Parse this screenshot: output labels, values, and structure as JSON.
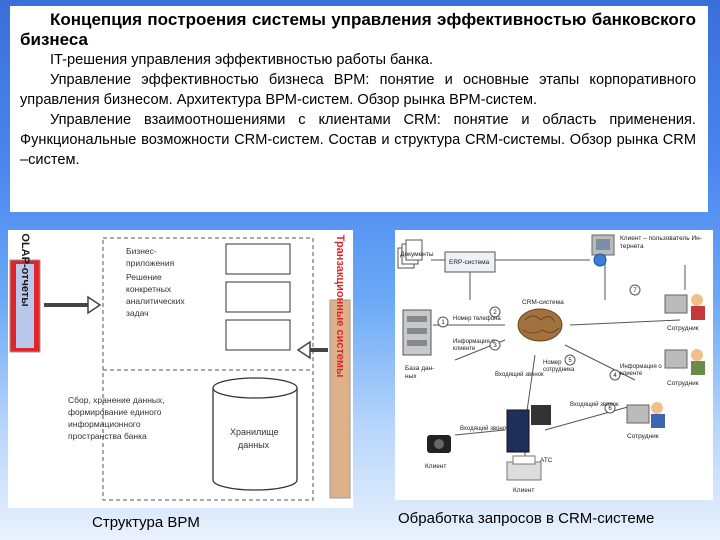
{
  "heading": "Концепция построения системы управления эффективностью банковского бизнеса",
  "paragraphs": [
    "IT-решения управления эффективностью работы банка.",
    "Управление эффективностью бизнеса BPM: понятие и основные этапы корпоративного управления бизнесом. Архитектура BPM-систем. Обзор рынка BPM-систем.",
    "Управление взаимоотношениями с клиентами CRM: понятие и область применения. Функциональные возможности CRM-систем. Состав и структура CRM-системы. Обзор рынка CRM –систем."
  ],
  "bpm_figure": {
    "olap_label": "OLAP-отчеты",
    "apps_lines": [
      "Бизнес-",
      "приложения",
      "Решение",
      "конкретных",
      "аналитических",
      "задач"
    ],
    "storage_lines": [
      "Сбор, хранение данных,",
      "формирование единого",
      "информационного",
      "пространства банка"
    ],
    "warehouse_lines": [
      "Хранилище",
      "данных"
    ],
    "transaction_label": "Транзакционные системы",
    "caption": "Структура BPM"
  },
  "crm_figure": {
    "client_user_lines": [
      "Клиент – пользователь Ин-",
      "тернета"
    ],
    "documents": "Документы",
    "erp": "ERP-система",
    "crm": "CRM-система",
    "phone_number": "Номер телефона",
    "info_client_lines": [
      "Информация о",
      "клиенте"
    ],
    "database_lines": [
      "База дан-",
      "ных"
    ],
    "incoming_call": "Входящий звонок",
    "employee_number_lines": [
      "Номер",
      "сотрудника"
    ],
    "info_message_lines": [
      "Информация о",
      "клиенте"
    ],
    "incoming_call_2": "Входящий звонок",
    "ats": "АТС",
    "incoming_call_3": "Входящий звонок",
    "client": "Клиент",
    "employee_1": "Сотрудник",
    "employee_2": "Сотрудник",
    "employee_3": "Сотрудник",
    "steps": [
      "1",
      "2",
      "3",
      "4",
      "5",
      "6",
      "7"
    ],
    "caption": "Обработка запросов в CRM-системе"
  },
  "colors": {
    "background_top": "#3a6fd8",
    "background_bottom": "#e9f1fd",
    "accent_red": "#e0242a",
    "transaction_bg": "#ddb28a"
  }
}
